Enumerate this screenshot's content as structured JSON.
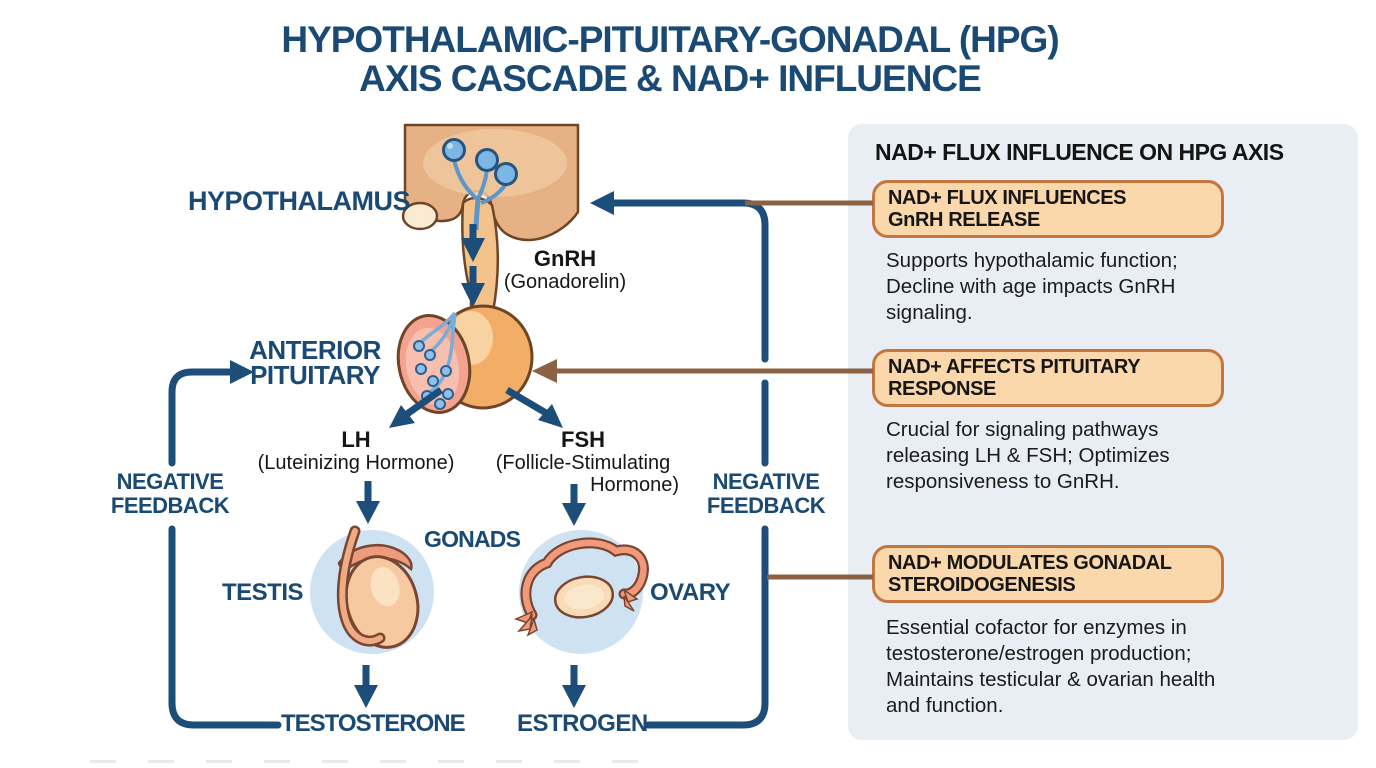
{
  "title": {
    "line1": "HYPOTHALAMIC-PITUITARY-GONADAL (HPG)",
    "line2": "AXIS CASCADE & NAD+ INFLUENCE"
  },
  "diagram": {
    "hypothalamus": "HYPOTHALAMUS",
    "gnrh": "GnRH",
    "gnrh_sub": "(Gonadorelin)",
    "anterior_pituitary": {
      "line1": "ANTERIOR",
      "line2": "PITUITARY"
    },
    "lh": "LH",
    "lh_sub": "(Luteinizing Hormone)",
    "fsh": "FSH",
    "fsh_sub1": "(Follicle-Stimulating",
    "fsh_sub2": "Hormone)",
    "gonads": "GONADS",
    "testis": "TESTIS",
    "ovary": "OVARY",
    "testosterone": "TESTOSTERONE",
    "estrogen": "ESTROGEN",
    "negative_feedback": {
      "line1": "NEGATIVE",
      "line2": "FEEDBACK"
    }
  },
  "panel": {
    "heading": "NAD+ FLUX INFLUENCE ON HPG AXIS",
    "cards": [
      {
        "title1": "NAD+ FLUX INFLUENCES",
        "title2": "GnRH RELEASE",
        "body": "Supports hypothalamic function; Decline with age impacts GnRH signaling."
      },
      {
        "title1": "NAD+ AFFECTS PITUITARY",
        "title2": "RESPONSE",
        "body": "Crucial for signaling pathways releasing LH & FSH; Optimizes responsiveness to GnRH."
      },
      {
        "title1": "NAD+ MODULATES GONADAL",
        "title2": "STEROIDOGENESIS",
        "body": "Essential cofactor for enzymes in testosterone/estrogen production; Maintains testicular & ovarian health and function."
      }
    ]
  },
  "colors": {
    "navy": "#1a4a73",
    "text_black": "#161616",
    "brown_connector": "#8b6143",
    "card_fill": "#fad8ab",
    "card_border": "#c4763f",
    "panel_bg": "#e9eef4",
    "organ_circle_bg": "#cfe2f2"
  }
}
